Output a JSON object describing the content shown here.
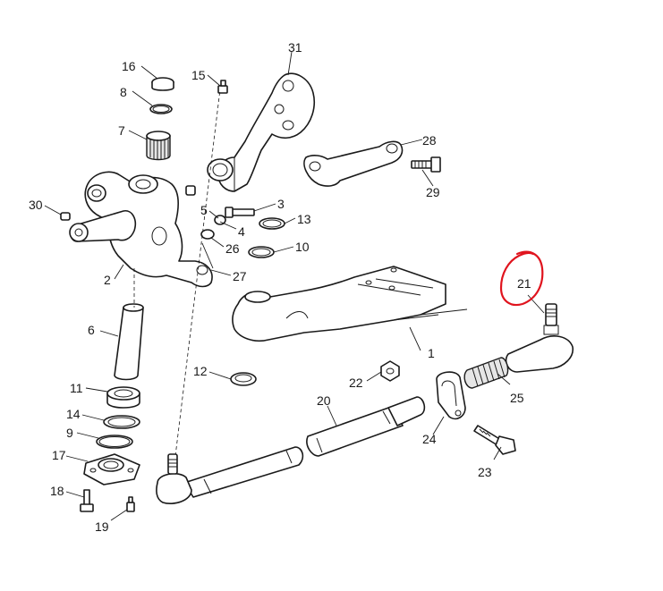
{
  "callouts": [
    "1",
    "2",
    "3",
    "4",
    "5",
    "6",
    "7",
    "8",
    "9",
    "10",
    "11",
    "12",
    "13",
    "14",
    "15",
    "16",
    "17",
    "18",
    "19",
    "20",
    "21",
    "22",
    "23",
    "24",
    "25",
    "26",
    "27",
    "28",
    "29",
    "30",
    "31"
  ],
  "highlight_color": "#e0141e",
  "line_color": "#1a1a1a"
}
